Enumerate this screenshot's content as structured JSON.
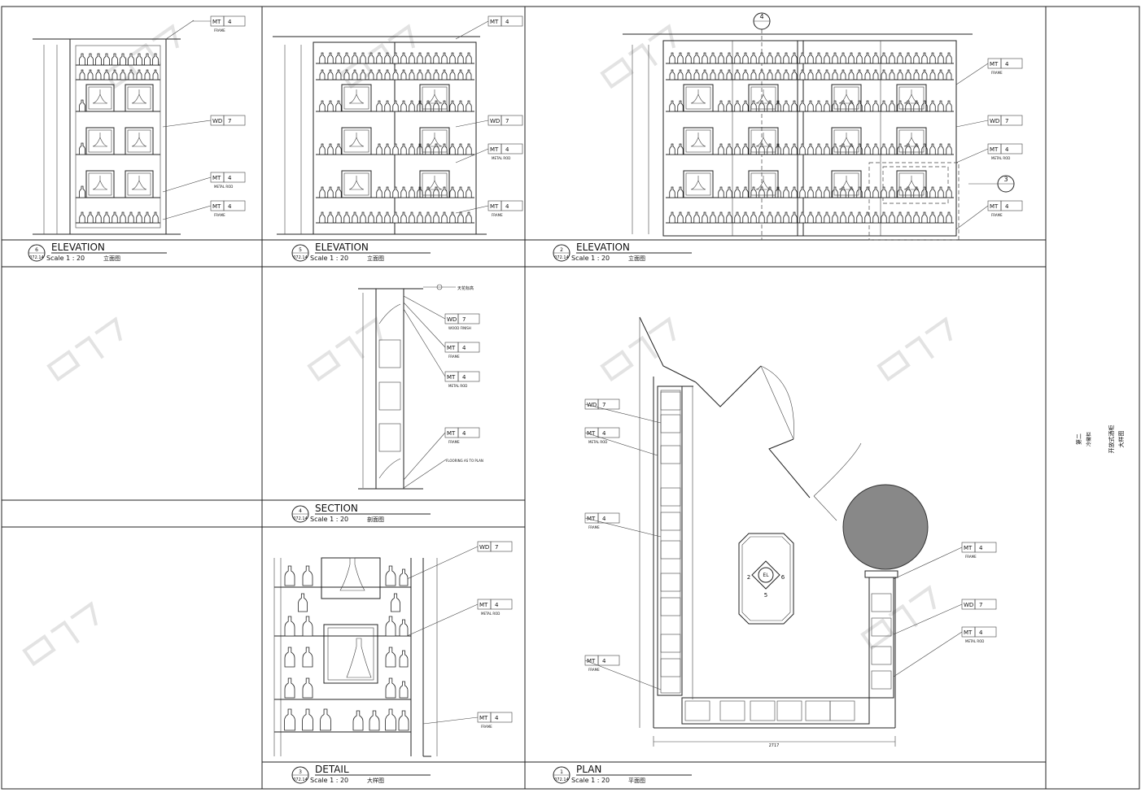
{
  "panels": {
    "elev6": {
      "title": "ELEVATION",
      "num": "6",
      "ref": "072.14",
      "scale": "Scale 1 :  20",
      "cn": "立面图"
    },
    "elev5": {
      "title": "ELEVATION",
      "num": "5",
      "ref": "072.14",
      "scale": "Scale 1 :  20",
      "cn": "立面图"
    },
    "elev2": {
      "title": "ELEVATION",
      "num": "2",
      "ref": "072.14",
      "scale": "Scale 1 :  20",
      "cn": "立面图"
    },
    "section4": {
      "title": "SECTION",
      "num": "4",
      "ref": "072.14",
      "scale": "Scale 1 :  20",
      "cn": "剖面图"
    },
    "detail3": {
      "title": "DETAIL",
      "num": "3",
      "ref": "072.14",
      "scale": "Scale 1 :  20",
      "cn": "大样图"
    },
    "plan1": {
      "title": "PLAN",
      "num": "1",
      "ref": "072.14",
      "scale": "Scale 1 :  20",
      "cn": "平面图"
    }
  },
  "tags": {
    "mt": {
      "code": "MT",
      "num": "4"
    },
    "wd": {
      "code": "WD",
      "num": "7"
    }
  },
  "notes": {
    "frame": "FRAME",
    "metal_rod": "METAL ROD",
    "wood_finish": "WOOD FINISH",
    "flooring": "FLOORING AS TO PLAN",
    "ceiling": "天花标高"
  },
  "markers": {
    "section_top": "4",
    "section_right": "3",
    "plan_center": "EL",
    "plan_left": "2",
    "plan_right": "6",
    "plan_bottom": "5"
  },
  "title_block": {
    "line1": "第二",
    "line2": "冷藏柜",
    "line3": "开放式酒柜",
    "line4": "大样图"
  },
  "dims": {
    "plan_total": "2717"
  }
}
